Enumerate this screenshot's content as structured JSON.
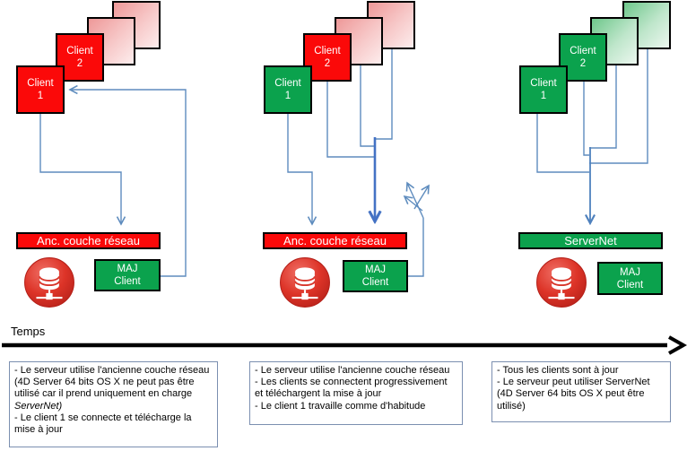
{
  "timeline": {
    "label": "Temps"
  },
  "colors": {
    "client_red": "#fb0909",
    "client_green": "#0ba24d",
    "faded_client_red_from": "#ee9898",
    "faded_client_red_to": "#fdeded",
    "faded_client_green_from": "#6ec78b",
    "faded_client_green_to": "#ecf7ef",
    "old_network_bar": "#fb0909",
    "servernet_bar": "#0ba24d",
    "connector_blue": "#5e8cbe",
    "connector_bold_blue": "#4472c4",
    "server_icon_red": "#d8352a"
  },
  "phases": [
    {
      "clients": [
        {
          "line1": "Client",
          "line2": "1"
        },
        {
          "line1": "Client",
          "line2": "2"
        }
      ],
      "bar_label": "Anc. couche réseau",
      "update_box": {
        "line1": "MAJ",
        "line2": "Client"
      }
    },
    {
      "clients": [
        {
          "line1": "Client",
          "line2": "1"
        },
        {
          "line1": "Client",
          "line2": "2"
        }
      ],
      "bar_label": "Anc. couche réseau",
      "update_box": {
        "line1": "MAJ",
        "line2": "Client"
      }
    },
    {
      "clients": [
        {
          "line1": "Client",
          "line2": "1"
        },
        {
          "line1": "Client",
          "line2": "2"
        }
      ],
      "bar_label": "ServerNet",
      "update_box": {
        "line1": "MAJ",
        "line2": "Client"
      }
    }
  ],
  "notes": [
    {
      "lines": [
        {
          "text": "- Le serveur utilise l'ancienne couche réseau (4D Server 64 bits OS X ne peut pas être utilisé car il prend uniquement en charge ",
          "italic": "ServerNet)"
        },
        {
          "text": "- Le client 1 se connecte et télécharge la mise à jour"
        }
      ]
    },
    {
      "lines": [
        {
          "text": "- Le serveur utilise l'ancienne couche réseau"
        },
        {
          "text": "- Les clients se connectent progressivement et téléchargent la mise à jour"
        },
        {
          "text": "- Le client 1 travaille comme d'habitude"
        }
      ]
    },
    {
      "lines": [
        {
          "text": "- Tous les clients sont à jour"
        },
        {
          "text": "- Le serveur peut utiliser ServerNet (4D Server 64 bits OS X peut être utilisé)"
        }
      ]
    }
  ]
}
